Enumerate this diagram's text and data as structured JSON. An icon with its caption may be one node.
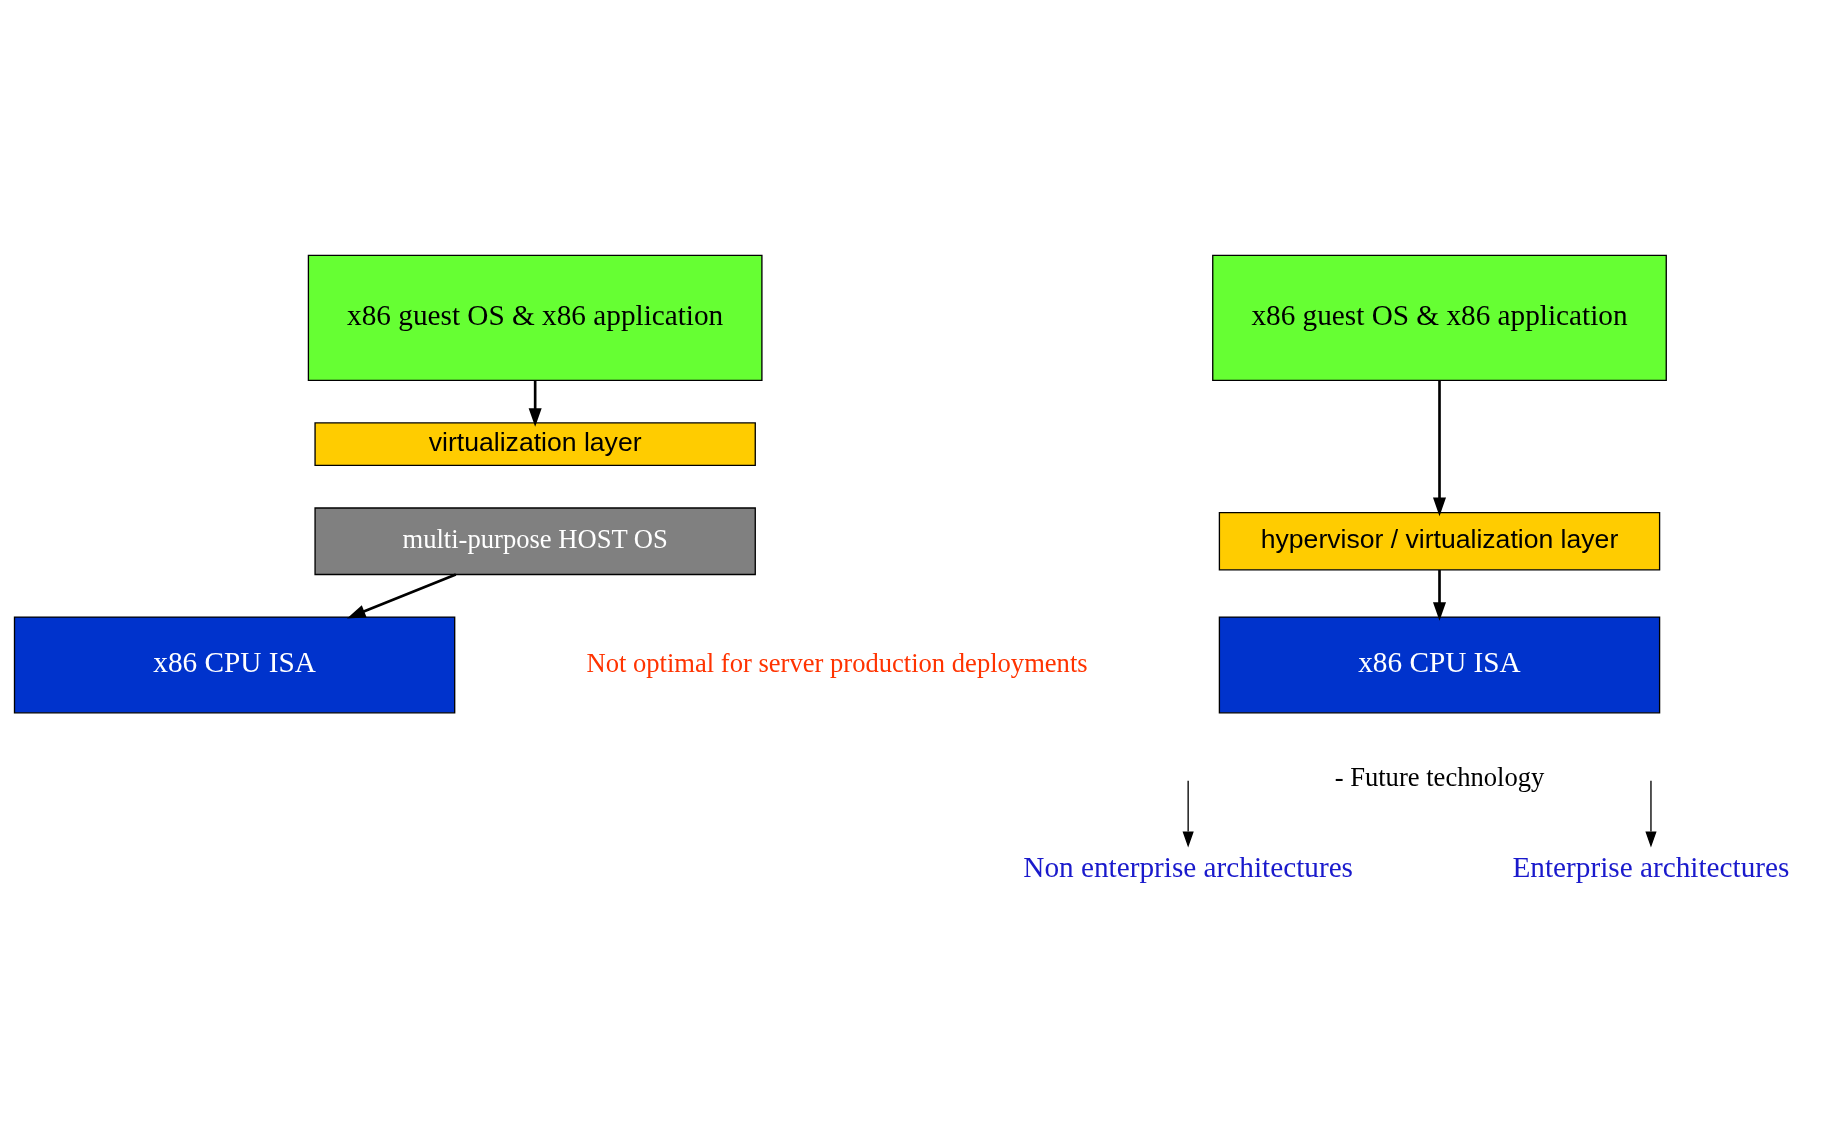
{
  "diagram": {
    "nodes": [
      {
        "text": [
          "x86 guest OS & x86 application"
        ]
      },
      {
        "text": [
          "virtualization layer"
        ]
      },
      {
        "text": [
          "multi-purpose HOST OS"
        ]
      },
      {
        "text": [
          "x86 CPU ISA"
        ]
      },
      {
        "text": [
          "Non enterprise architectures"
        ]
      },
      {
        "text": [
          "x86 guest OS & x86 application"
        ]
      },
      {
        "text": [
          "hypervisor / virtualization layer"
        ]
      },
      {
        "text": [
          "x86 CPU ISA"
        ]
      },
      {
        "text": [
          "Enterprise architectures"
        ]
      }
    ],
    "edges": [
      {
        "from": 0,
        "to": 1,
        "arrow": "to"
      },
      {
        "from": 2,
        "to": 3,
        "arrow": "to"
      },
      {
        "from": null,
        "to": 4,
        "arrow": "to"
      },
      {
        "from": 5,
        "to": 6,
        "arrow": "to"
      },
      {
        "from": 6,
        "to": 7,
        "arrow": "to"
      },
      {
        "from": null,
        "to": 8,
        "arrow": "to"
      }
    ],
    "labels": [
      "Not optimal for server production deployments",
      "- Future technology"
    ]
  }
}
